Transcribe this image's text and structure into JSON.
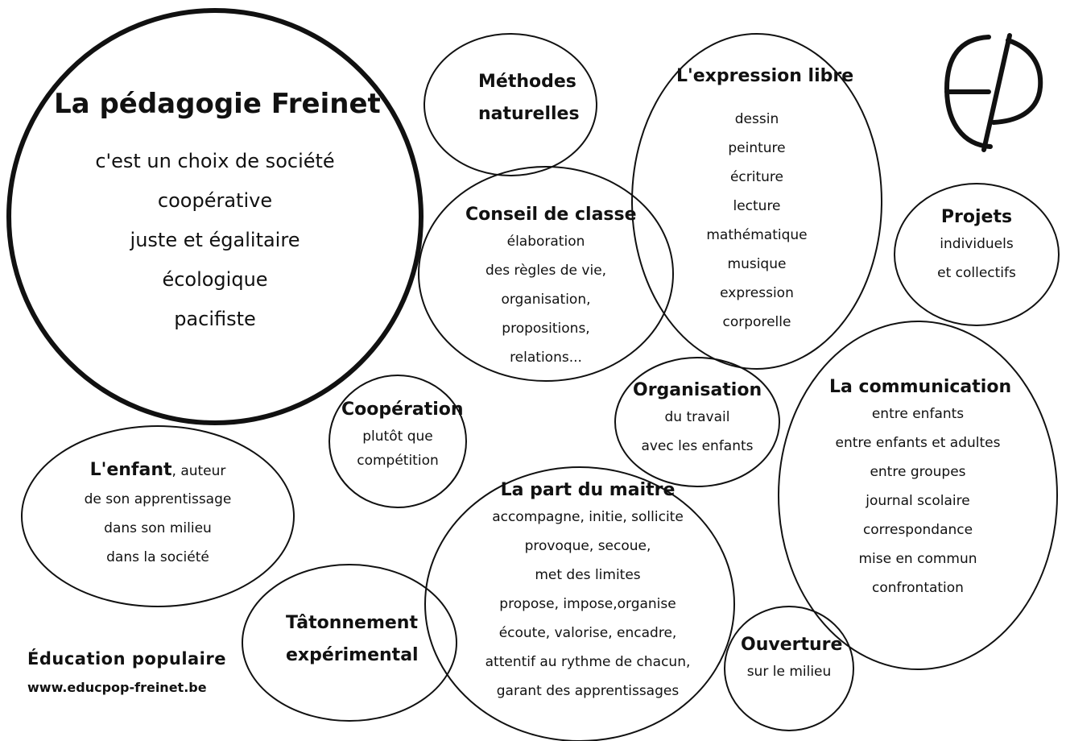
{
  "main": {
    "title": "La pédagogie Freinet",
    "lines": [
      "c'est un choix de société",
      "coopérative",
      "juste et égalitaire",
      "écologique",
      "pacifiste"
    ]
  },
  "methodes": {
    "title": "Méthodes naturelles"
  },
  "expression": {
    "title": "L'expression libre",
    "lines": [
      "dessin",
      "peinture",
      "écriture",
      "lecture",
      "mathématique",
      "musique",
      "expression",
      "corporelle"
    ]
  },
  "projets": {
    "title": "Projets",
    "lines": [
      "individuels",
      "et collectifs"
    ]
  },
  "conseil": {
    "title": "Conseil de classe",
    "lines": [
      "élaboration",
      "des règles de vie,",
      "organisation,",
      "propositions,",
      "relations..."
    ]
  },
  "cooperation": {
    "title": "Coopération",
    "lines": [
      "plutôt que",
      "compétition"
    ]
  },
  "organisation": {
    "title": "Organisation",
    "lines": [
      "du travail",
      "avec les enfants"
    ]
  },
  "communication": {
    "title": "La communication",
    "lines": [
      "entre enfants",
      "entre enfants et adultes",
      "entre groupes",
      "journal scolaire",
      "correspondance",
      "mise en commun",
      "confrontation"
    ]
  },
  "enfant": {
    "title": "L'enfant",
    "title_suffix": ", auteur",
    "lines": [
      "de son apprentissage",
      "dans son milieu",
      "dans la société"
    ]
  },
  "part": {
    "title": "La part du maitre",
    "lines": [
      "accompagne, initie, sollicite",
      "provoque, secoue,",
      "met des limites",
      "propose, impose,organise",
      "écoute, valorise, encadre,",
      "attentif au rythme de chacun,",
      "garant des apprentissages"
    ]
  },
  "tatonnement": {
    "title": "Tâtonnement expérimental"
  },
  "ouverture": {
    "title": "Ouverture",
    "lines": [
      "sur le milieu"
    ]
  },
  "footer": {
    "org": "Éducation populaire",
    "url": "www.educpop-freinet.be"
  },
  "logo": {
    "text": "EP"
  }
}
